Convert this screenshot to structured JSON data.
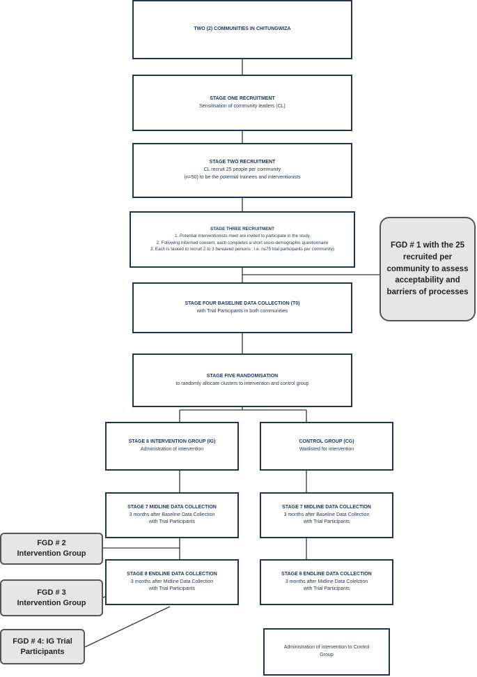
{
  "boxes": {
    "communities": {
      "title": "TWO (2) COMMUNITIES IN CHITUNGWIZA"
    },
    "stage1": {
      "title": "STAGE ONE RECRUITMENT",
      "lines": [
        "Sensitisation of community leaders (CL)"
      ]
    },
    "stage2": {
      "title": "STAGE TWO RECRUITMENT",
      "lines": [
        "CL recruit 25 people per community",
        "(n=50) to be the potential trainees and interventionists"
      ]
    },
    "stage3": {
      "title": "STAGE THREE RECRUITMENT",
      "lines": [
        "1. Potential Interventionists meet are invited to participate in the study",
        "2. Following informed consent, each completes a short socio-demographic questionnaire",
        "3. Each is tasked to recruit 2 to 3 bereaved persons : i.e. n≤75 trial participants per community)"
      ]
    },
    "stage4": {
      "title": "STAGE FOUR BASELINE DATA COLLECTION (T0)",
      "lines": [
        "with Trial Participants in both communities"
      ]
    },
    "stage5": {
      "title": "STAGE FIVE RANDOMISATION",
      "lines": [
        "to randomly allocate clusters to intervention and control group"
      ]
    },
    "ig": {
      "title": "STAGE 6 INTERVENTION GROUP (IG)",
      "lines": [
        "Administration of intervention"
      ]
    },
    "cg": {
      "title": "CONTROL GROUP (CG)",
      "lines": [
        "Waitlisted for intervention"
      ]
    },
    "ig_midline": {
      "title": "STAGE 7 MIDLINE DATA COLLECTION",
      "lines": [
        "3 months after Baseline Data Collection",
        "with Trial Participants"
      ]
    },
    "cg_midline": {
      "title": "STAGE 7 MIDLINE DATA COLLECTION",
      "lines": [
        "3 months after Baseline Data Collection",
        "with Trial Participants"
      ]
    },
    "ig_endline": {
      "title": "STAGE 8 ENDLINE DATA COLLECTION",
      "lines": [
        "3 months after Midline Data Collection",
        "with Trial Participants"
      ]
    },
    "cg_endline": {
      "title": "STAGE 8 ENDLINE DATA COLLECTION",
      "lines": [
        "3 months after Midline Data Colelction",
        "with Trial Participants"
      ]
    },
    "cg_admin": {
      "title": "",
      "lines": [
        "Administration of intervention to Control",
        "Group"
      ]
    }
  },
  "fgds": {
    "fgd1": {
      "lines": [
        "FGD # 1 with the 25",
        "recruited per",
        "community to assess",
        "acceptability and",
        "barriers of processes"
      ]
    },
    "fgd2": {
      "lines": [
        "FGD # 2",
        "Intervention Group"
      ]
    },
    "fgd3": {
      "lines": [
        "FGD # 3",
        "Intervention Group"
      ]
    },
    "fgd4": {
      "lines": [
        "FGD # 4: IG Trial",
        "Participants"
      ]
    }
  },
  "colors": {
    "box_border": "#1f3350",
    "box_text": "#1f3350",
    "fgd_fill": "#e6e6e6",
    "fgd_border": "#555555",
    "connector": "#333333"
  }
}
